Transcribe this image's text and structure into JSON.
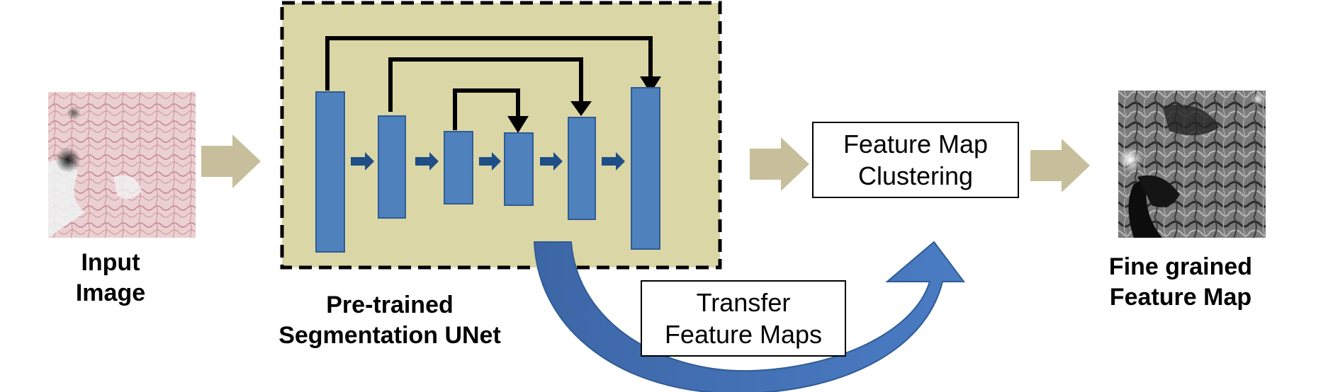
{
  "input": {
    "line1": "Input",
    "line2": "Image"
  },
  "unet": {
    "line1": "Pre-trained",
    "line2": "Segmentation UNet"
  },
  "clustering": {
    "line1": "Feature Map",
    "line2": "Clustering"
  },
  "transfer": {
    "line1": "Transfer",
    "line2": "Feature Maps"
  },
  "output": {
    "line1": "Fine grained",
    "line2": "Feature Map"
  },
  "colors": {
    "unet_panel_bg": "#dbd6a6",
    "unet_block": "#4f81bd",
    "unet_block_border": "#2f5c95",
    "small_arrow": "#1f4e86",
    "flow_arrow": "#c7bf9b",
    "curved_arrow": "#4472b8",
    "tissue_pink": "#e7bfc2",
    "feature_map_gray": "#6a6a6a"
  },
  "icons": {
    "input_image": "histology-tissue-image",
    "output_image": "grayscale-feature-map-image"
  }
}
